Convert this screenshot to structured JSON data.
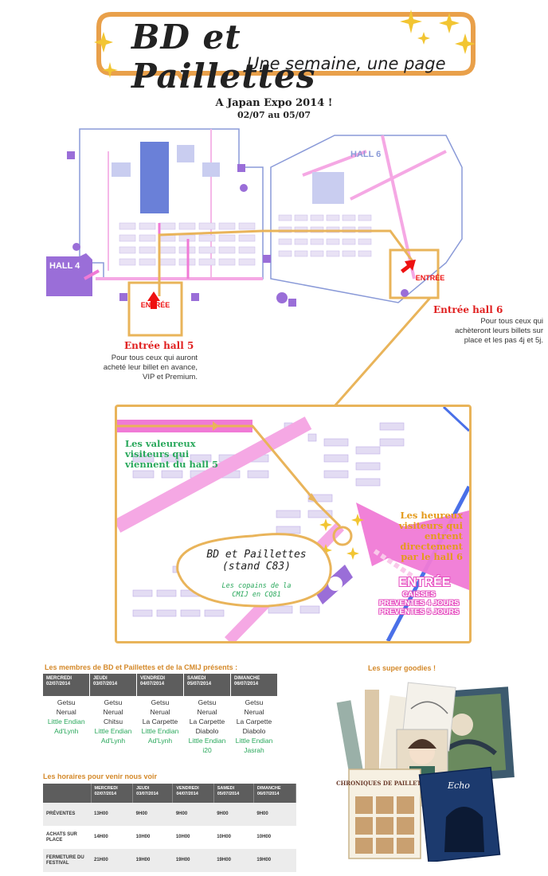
{
  "banner": {
    "title": "BD et Paillettes",
    "subtitle": "Une semaine, une page"
  },
  "event": {
    "title": "A Japan Expo 2014 !",
    "dates": "02/07 au 05/07"
  },
  "map": {
    "hall4": "HALL 4",
    "hall6": "HALL 6",
    "entree_label": "ENTRÉE",
    "entrance5": {
      "heading": "Entrée hall 5",
      "caption": [
        "Pour tous ceux qui auront",
        "acheté leur billet en avance,",
        "VIP et Premium."
      ]
    },
    "entrance6": {
      "heading": "Entrée hall 6",
      "caption": [
        "Pour tous ceux qui",
        "achèteront leurs billets sur",
        "place et les pas 4j et 5j."
      ]
    }
  },
  "zoom": {
    "green_label": [
      "Les valeureux",
      "visiteurs qui",
      "viennent du hall 5"
    ],
    "orange_label": [
      "Les heureux",
      "visiteurs qui",
      "entrent",
      "directement",
      "par le hall 6"
    ],
    "bubble_title": [
      "BD et Paillettes",
      "(stand C83)"
    ],
    "bubble_sub": [
      "Les copains de la",
      "CMIJ en CQ81"
    ],
    "entree": "ENTRÉE",
    "entree_lines": [
      "CAISSES",
      "PREVENTES 4 JOURS",
      "PREVENTES 5 JOURS"
    ]
  },
  "members": {
    "title": "Les membres de BD et Paillettes et de la CMIJ présents :",
    "columns": [
      {
        "day": "MERCREDI",
        "date": "02/07/2014",
        "people": [
          {
            "name": "Getsu",
            "color": "#333333"
          },
          {
            "name": "Nerual",
            "color": "#333333"
          },
          {
            "name": "Little Endian",
            "color": "#2aa85c"
          },
          {
            "name": "Ad'Lynh",
            "color": "#2aa85c"
          }
        ]
      },
      {
        "day": "JEUDI",
        "date": "03/07/2014",
        "people": [
          {
            "name": "Getsu",
            "color": "#333333"
          },
          {
            "name": "Nerual",
            "color": "#333333"
          },
          {
            "name": "Chitsu",
            "color": "#333333"
          },
          {
            "name": "Little Endian",
            "color": "#2aa85c"
          },
          {
            "name": "Ad'Lynh",
            "color": "#2aa85c"
          }
        ]
      },
      {
        "day": "VENDREDI",
        "date": "04/07/2014",
        "people": [
          {
            "name": "Getsu",
            "color": "#333333"
          },
          {
            "name": "Nerual",
            "color": "#333333"
          },
          {
            "name": "La Carpette",
            "color": "#333333"
          },
          {
            "name": "Little Endian",
            "color": "#2aa85c"
          },
          {
            "name": "Ad'Lynh",
            "color": "#2aa85c"
          }
        ]
      },
      {
        "day": "SAMEDI",
        "date": "05/07/2014",
        "people": [
          {
            "name": "Getsu",
            "color": "#333333"
          },
          {
            "name": "Nerual",
            "color": "#333333"
          },
          {
            "name": "La Carpette",
            "color": "#333333"
          },
          {
            "name": "Diabolo",
            "color": "#333333"
          },
          {
            "name": "Little Endian",
            "color": "#2aa85c"
          },
          {
            "name": "i20",
            "color": "#2aa85c"
          }
        ]
      },
      {
        "day": "DIMANCHE",
        "date": "06/07/2014",
        "people": [
          {
            "name": "Getsu",
            "color": "#333333"
          },
          {
            "name": "Nerual",
            "color": "#333333"
          },
          {
            "name": "La Carpette",
            "color": "#333333"
          },
          {
            "name": "Diabolo",
            "color": "#333333"
          },
          {
            "name": "Little Endian",
            "color": "#2aa85c"
          },
          {
            "name": "Jasrah",
            "color": "#2aa85c"
          }
        ]
      }
    ]
  },
  "schedule": {
    "title": "Les horaires pour venir nous voir",
    "days": [
      {
        "day": "MERCREDI",
        "date": "02/07/2014"
      },
      {
        "day": "JEUDI",
        "date": "03/07/2014"
      },
      {
        "day": "VENDREDI",
        "date": "04/07/2014"
      },
      {
        "day": "SAMEDI",
        "date": "05/07/2014"
      },
      {
        "day": "DIMANCHE",
        "date": "06/07/2014"
      }
    ],
    "rows": [
      {
        "label": "PRÉVENTES",
        "values": [
          "13H00",
          "9H00",
          "9H00",
          "9H00",
          "9H00"
        ]
      },
      {
        "label": "ACHATS SUR PLACE",
        "values": [
          "14H00",
          "10H00",
          "10H00",
          "10H00",
          "10H00"
        ]
      },
      {
        "label": "FERMETURE DU FESTIVAL",
        "values": [
          "21H00",
          "19H00",
          "19H00",
          "19H00",
          "19H00"
        ]
      }
    ]
  },
  "goodies": {
    "title": "Les super goodies !",
    "book_title": "CHRONIQUES DE PAILLETTES",
    "echo_title": "Echo"
  },
  "colors": {
    "accent_orange": "#e9b45a",
    "green": "#2aa85c",
    "red": "#e02020",
    "pink": "#f07ad6",
    "purple": "#9a6ed8"
  }
}
